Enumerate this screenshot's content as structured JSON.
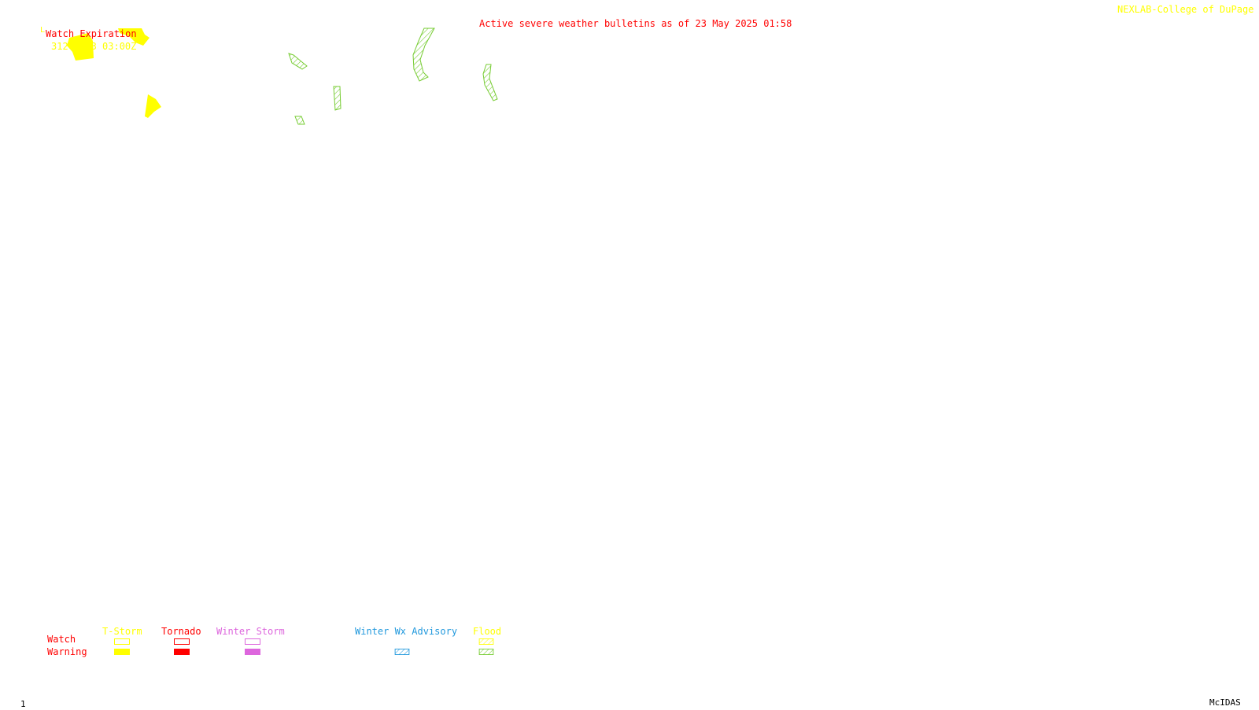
{
  "header": {
    "title": "Active severe weather bulletins as of 23 May 2025 01:58",
    "credit": "NEXLAB-College of DuPage R"
  },
  "watch_expiration": {
    "label": "Watch Expiration",
    "entry": "312  5/23 03:00Z",
    "marker": "L"
  },
  "legend": {
    "row_labels": {
      "watch": "Watch",
      "warning": "Warning"
    },
    "categories": [
      {
        "id": "tstorm",
        "label": "T-Storm",
        "color": "#ffff00",
        "watch_style": "outline",
        "warning_style": "solid"
      },
      {
        "id": "tornado",
        "label": "Tornado",
        "color": "#ff0000",
        "watch_style": "outline",
        "warning_style": "solid"
      },
      {
        "id": "winter-storm",
        "label": "Winter Storm",
        "color": "#dd66dd",
        "watch_style": "outline",
        "warning_style": "solid"
      },
      {
        "id": "winter-wx-advisory",
        "label": "Winter Wx Advisory",
        "color": "#2299dd",
        "watch_style": "none",
        "warning_style": "hatched"
      },
      {
        "id": "flood",
        "label": "Flood",
        "color": "#ffff00",
        "warning_color": "#77cc33",
        "watch_style": "hatched",
        "warning_style": "hatched"
      }
    ]
  },
  "colors": {
    "header_text": "#ff0000",
    "credit_text": "#ffff00",
    "tstorm_warning_fill": "#ffff00",
    "flood_warning_hatch": "#77cc33"
  },
  "footer": {
    "frame_number": "1",
    "software": "McIDAS"
  }
}
